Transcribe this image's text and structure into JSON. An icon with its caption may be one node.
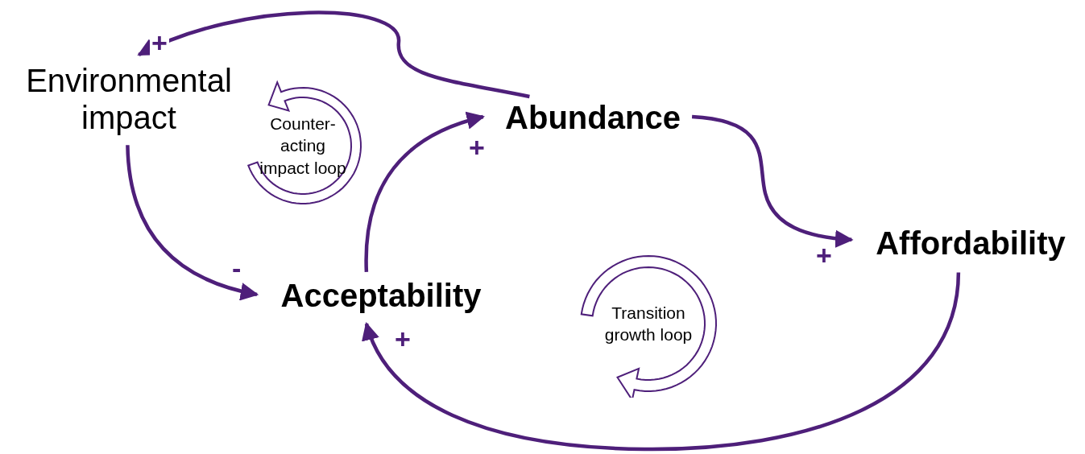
{
  "diagram": {
    "nodes": [
      {
        "text": [
          "Environmental impact"
        ]
      },
      {
        "text": [
          "Abundance"
        ]
      },
      {
        "text": [
          "Affordability"
        ]
      },
      {
        "text": [
          "Acceptability"
        ]
      },
      {
        "text": [
          "Counter-acting impact loop"
        ]
      },
      {
        "text": [
          "Transition growth loop"
        ]
      }
    ],
    "edges": [
      {
        "from": 1,
        "to": 0,
        "arrow": "to",
        "label": "+"
      },
      {
        "from": 0,
        "to": 3,
        "arrow": "to",
        "label": "-"
      },
      {
        "from": 3,
        "to": 1,
        "arrow": "to",
        "label": "+"
      },
      {
        "from": 1,
        "to": 2,
        "arrow": "to",
        "label": "+"
      },
      {
        "from": 2,
        "to": 3,
        "arrow": "to",
        "label": "+"
      }
    ]
  }
}
